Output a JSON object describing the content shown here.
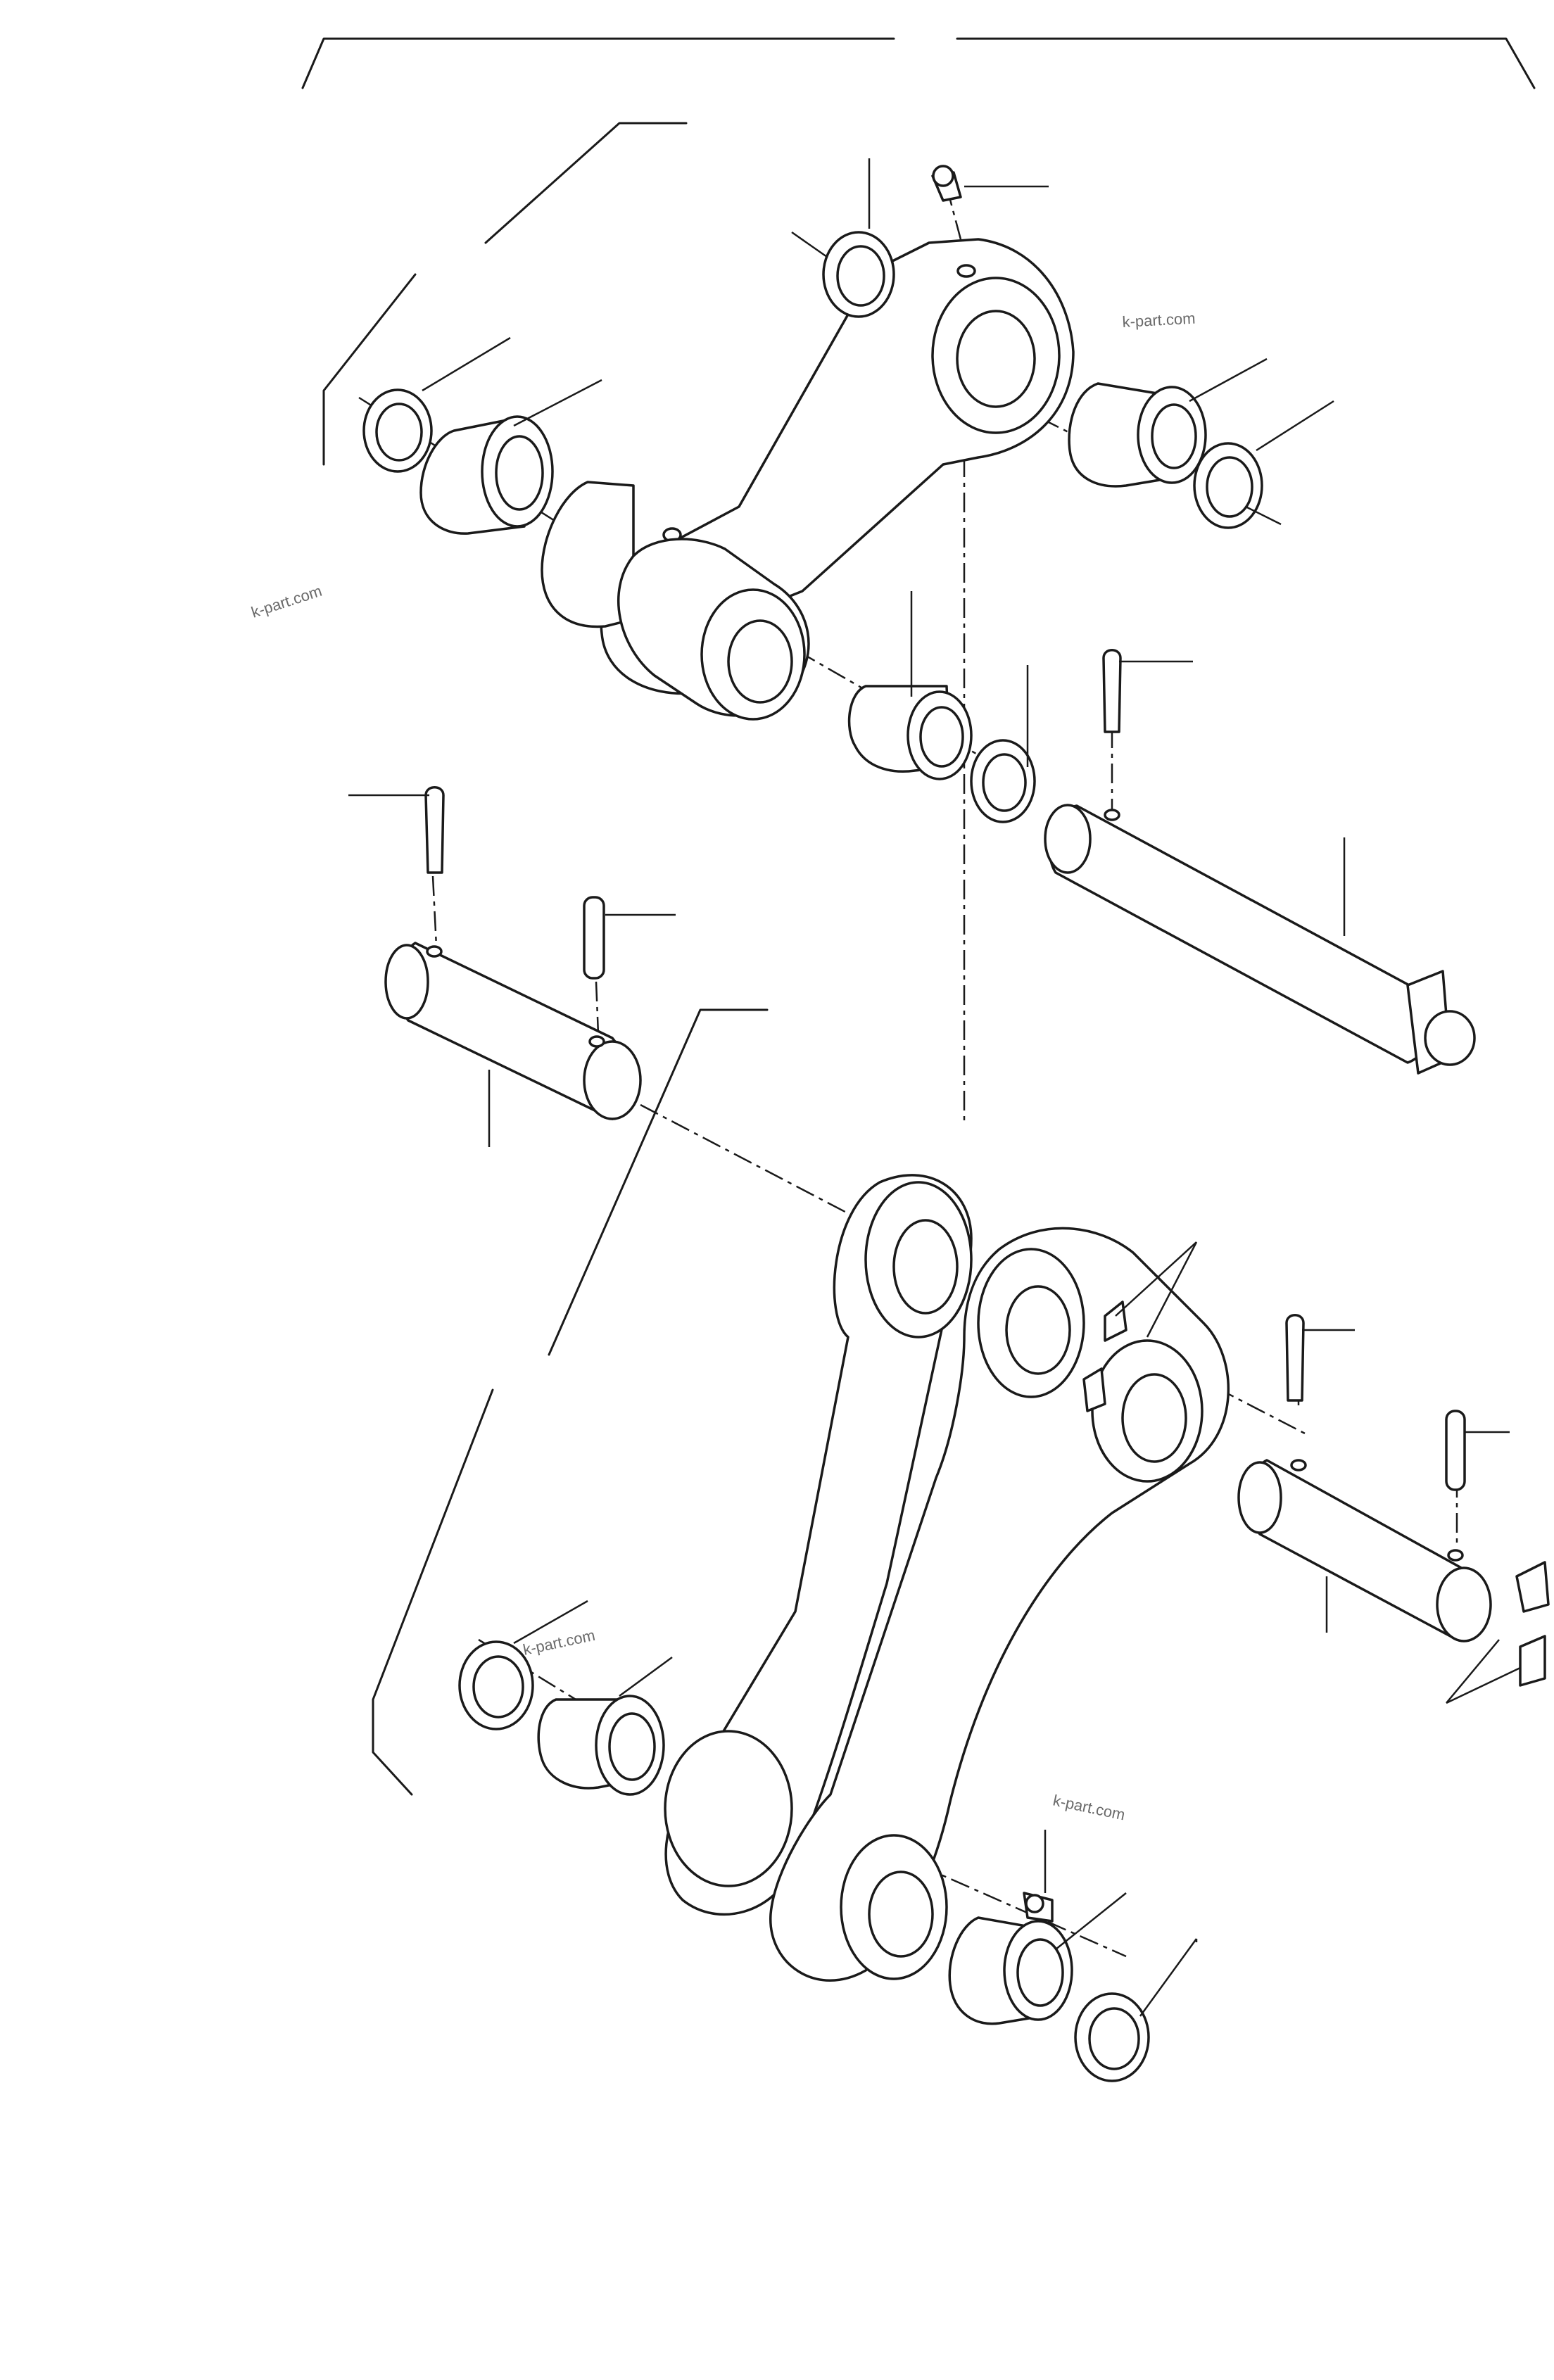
{
  "watermarks": [
    {
      "id": "wm1",
      "text": "k-part.com"
    },
    {
      "id": "wm2",
      "text": "k-part.com"
    },
    {
      "id": "wm3",
      "text": "k-part.com"
    },
    {
      "id": "wm4",
      "text": "k-part.com"
    }
  ],
  "colors": {
    "line": "#1a1a1a",
    "paper": "#ffffff",
    "watermark": "#6a6a6a"
  }
}
